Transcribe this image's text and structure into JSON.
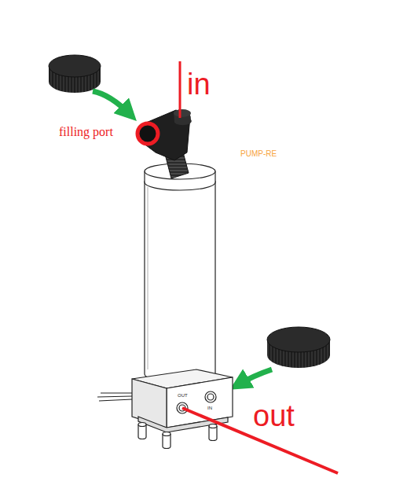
{
  "diagram": {
    "labels": [
      "filling port",
      "in",
      "PUMP-RE",
      "OUT",
      "IN",
      "out"
    ]
  }
}
